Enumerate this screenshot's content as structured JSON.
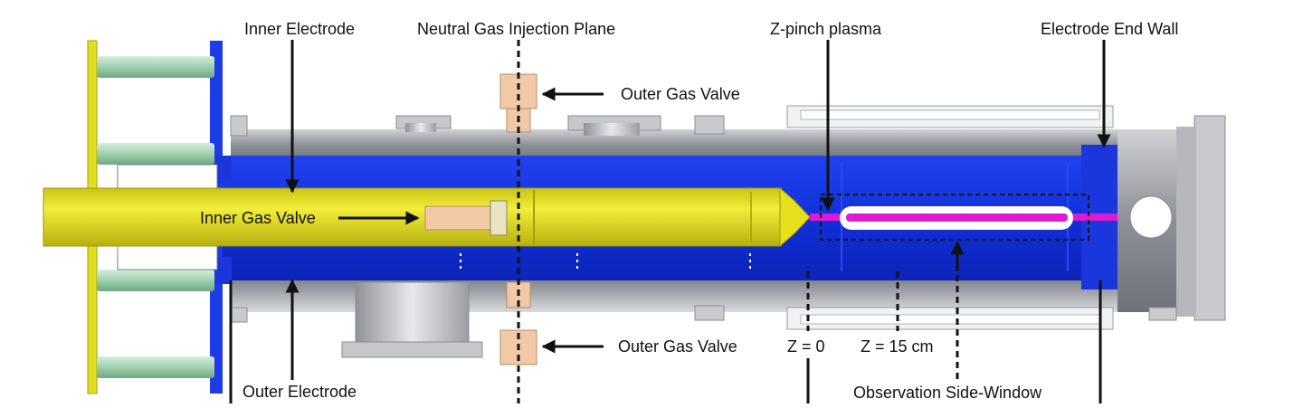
{
  "labels": {
    "inner_electrode": "Inner Electrode",
    "injection_plane": "Neutral Gas Injection Plane",
    "z_pinch": "Z-pinch plasma",
    "end_wall": "Electrode End Wall",
    "outer_valve_top": "Outer Gas Valve",
    "outer_valve_bottom": "Outer Gas Valve",
    "inner_valve": "Inner Gas Valve",
    "z0": "Z = 0",
    "z15": "Z = 15 cm",
    "outer_electrode": "Outer Electrode",
    "side_window": "Observation Side-Window"
  },
  "colors": {
    "inner_electrode": "#e4e61a",
    "outer_electrode": "#1230e0",
    "vacuum_vessel": "#a4a7ad",
    "plasma": "#e01ad2",
    "valve": "#f1c9a6",
    "flange_green": "#a9d8b8"
  }
}
